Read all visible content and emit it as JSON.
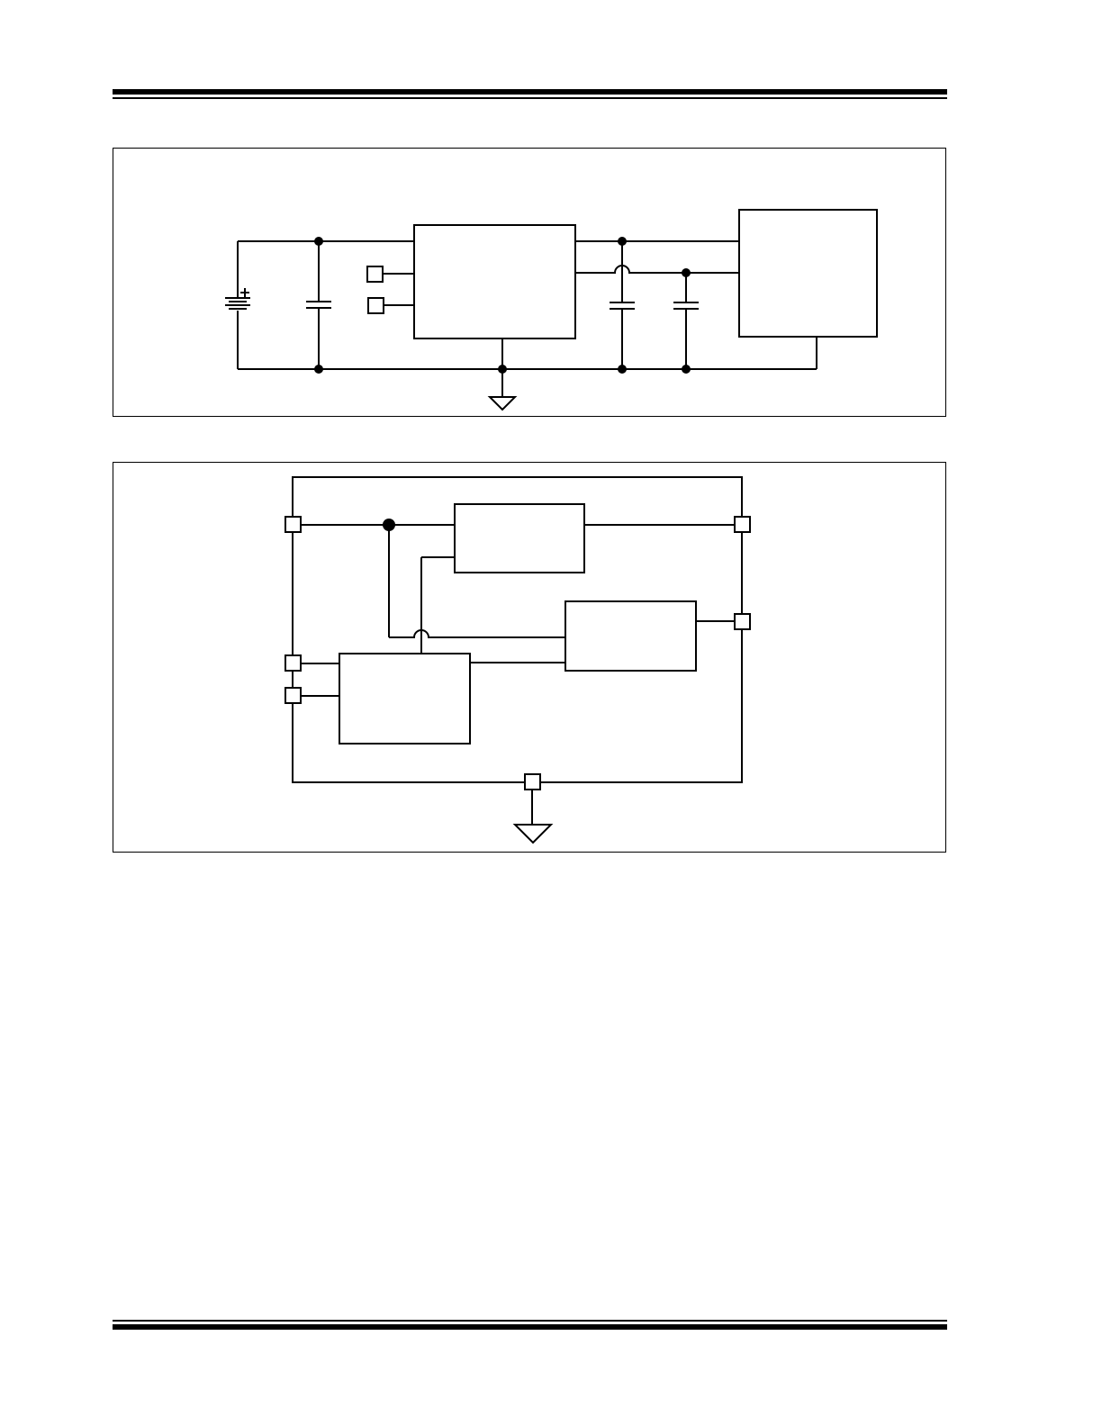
{
  "page": {
    "header_rule": "double",
    "footer_rule": "double"
  },
  "figures": [
    {
      "id": "typical-application",
      "caption": ""
    },
    {
      "id": "functional-block-diagram",
      "caption": ""
    }
  ],
  "colors": {
    "line": "#000000",
    "background": "#ffffff"
  }
}
